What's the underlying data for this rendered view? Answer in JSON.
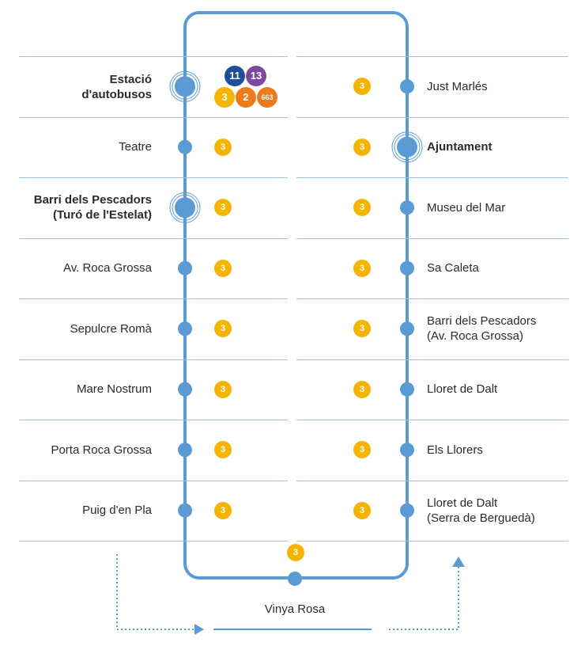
{
  "colors": {
    "line": "#5b9bd5",
    "separator": "#9ec5e6",
    "route_3": "#f5b400",
    "route_2": "#ee7a1c",
    "route_663": "#ee7a1c",
    "route_11": "#1f4e9c",
    "route_13": "#7b4a9e"
  },
  "terminal_stop": {
    "routes": [
      "11",
      "13",
      "3",
      "2",
      "663"
    ],
    "name": [
      "Estació",
      "d'autobusos"
    ]
  },
  "left_stops": [
    {
      "lines": [
        "Teatre"
      ],
      "route": "3"
    },
    {
      "lines": [
        "Barri dels Pescadors",
        "(Turó de l'Estelat)"
      ],
      "route": "3",
      "major": true
    },
    {
      "lines": [
        "Av. Roca Grossa"
      ],
      "route": "3"
    },
    {
      "lines": [
        "Sepulcre Romà"
      ],
      "route": "3"
    },
    {
      "lines": [
        "Mare Nostrum"
      ],
      "route": "3"
    },
    {
      "lines": [
        "Porta Roca Grossa"
      ],
      "route": "3"
    },
    {
      "lines": [
        "Puig d'en Pla"
      ],
      "route": "3"
    }
  ],
  "right_stops": [
    {
      "lines": [
        "Just Marlés"
      ],
      "route": "3"
    },
    {
      "lines": [
        "Ajuntament"
      ],
      "route": "3",
      "major": true
    },
    {
      "lines": [
        "Museu del Mar"
      ],
      "route": "3"
    },
    {
      "lines": [
        "Sa Caleta"
      ],
      "route": "3"
    },
    {
      "lines": [
        "Barri dels Pescadors",
        "(Av. Roca Grossa)"
      ],
      "route": "3"
    },
    {
      "lines": [
        "Lloret de Dalt"
      ],
      "route": "3"
    },
    {
      "lines": [
        "Els Llorers"
      ],
      "route": "3"
    },
    {
      "lines": [
        "Lloret de Dalt",
        "(Serra de Berguedà)"
      ],
      "route": "3"
    }
  ],
  "bottom_stop": {
    "name": "Vinya Rosa",
    "route": "3"
  }
}
